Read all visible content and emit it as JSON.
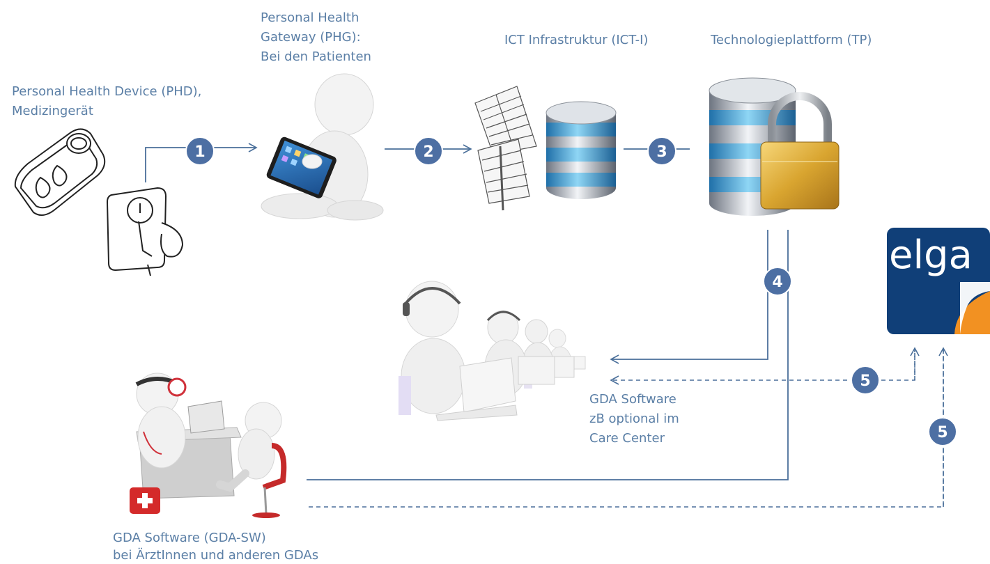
{
  "labels": {
    "phd": [
      "Personal Health Device  (PHD),",
      "Medizingerät"
    ],
    "phg": [
      "Personal Health",
      "Gateway (PHG):",
      "Bei den Patienten"
    ],
    "ict": "ICT Infrastruktur (ICT-I)",
    "tp": "Technologieplattform (TP)",
    "gda_care": [
      "GDA Software",
      "zB optional im",
      "Care Center"
    ],
    "gda_sw": [
      "GDA Software (GDA-SW)",
      "bei ÄrztInnen und anderen GDAs"
    ]
  },
  "steps": {
    "s1": "1",
    "s2": "2",
    "s3": "3",
    "s4": "4",
    "s5a": "5",
    "s5b": "5"
  },
  "logo": {
    "text": "elga"
  },
  "colors": {
    "line": "#4a6f9a",
    "badge": "#4d6fa3",
    "label": "#5b7fa6",
    "logo_bg": "#103f78",
    "logo_accent": "#f29122"
  }
}
